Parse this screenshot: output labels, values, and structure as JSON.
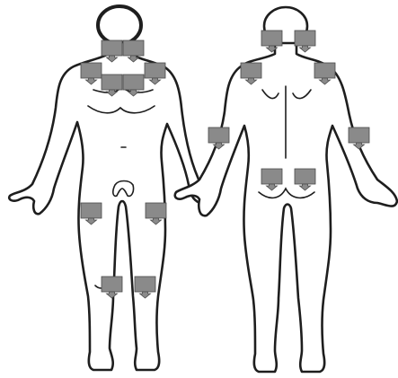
{
  "colors": {
    "outline": "#1e1e1e",
    "marker_fill": "#8a8a8a",
    "marker_stroke": "#4a4a4a",
    "background": "#ffffff"
  },
  "figures": [
    {
      "name": "front-view"
    },
    {
      "name": "back-view"
    }
  ],
  "tender_points": [
    {
      "name": "tender-point-front-neck-left",
      "view": "front"
    },
    {
      "name": "tender-point-front-neck-right",
      "view": "front"
    },
    {
      "name": "tender-point-front-shoulder-left",
      "view": "front"
    },
    {
      "name": "tender-point-front-chest-left",
      "view": "front"
    },
    {
      "name": "tender-point-front-chest-right",
      "view": "front"
    },
    {
      "name": "tender-point-front-shoulder-right",
      "view": "front"
    },
    {
      "name": "tender-point-front-hip-left",
      "view": "front"
    },
    {
      "name": "tender-point-front-hip-right",
      "view": "front"
    },
    {
      "name": "tender-point-front-knee-left",
      "view": "front"
    },
    {
      "name": "tender-point-front-knee-right",
      "view": "front"
    },
    {
      "name": "tender-point-back-neck-left",
      "view": "back"
    },
    {
      "name": "tender-point-back-neck-right",
      "view": "back"
    },
    {
      "name": "tender-point-back-shoulder-left",
      "view": "back"
    },
    {
      "name": "tender-point-back-shoulder-right",
      "view": "back"
    },
    {
      "name": "tender-point-back-elbow-left",
      "view": "back"
    },
    {
      "name": "tender-point-back-elbow-right",
      "view": "back"
    },
    {
      "name": "tender-point-back-gluteal-left",
      "view": "back"
    },
    {
      "name": "tender-point-back-gluteal-right",
      "view": "back"
    }
  ]
}
